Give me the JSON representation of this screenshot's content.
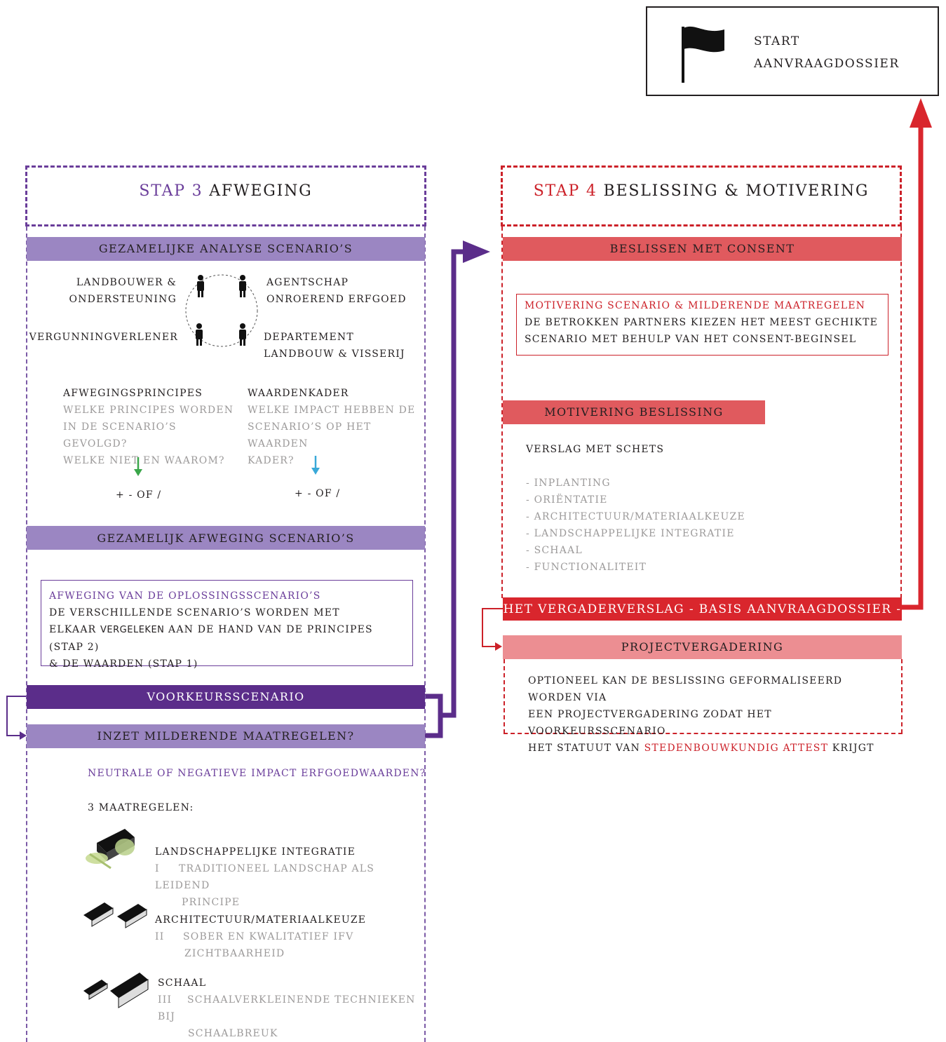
{
  "start": {
    "line1": "START",
    "line2": "AANVRAAGDOSSIER"
  },
  "stap3": {
    "title_prefix": "STAP 3",
    "title_rest": " AFWEGING",
    "analyse_bar": "GEZAMELIJKE ANALYSE SCENARIO’S",
    "partners": {
      "top_left": [
        "LANDBOUWER &",
        "ONDERSTEUNING"
      ],
      "top_right": [
        "AGENTSCHAP",
        "ONROEREND ERFGOED"
      ],
      "bottom_left": [
        "VERGUNNINGVERLENER"
      ],
      "bottom_right": [
        "DEPARTEMENT",
        "LANDBOUW & VISSERIJ"
      ]
    },
    "principes": {
      "title": "AFWEGINGSPRINCIPES",
      "lines": [
        "WELKE PRINCIPES WORDEN",
        "IN DE SCENARIO’S GEVOLGD?",
        "WELKE NIET EN WAAROM?"
      ],
      "result": "+ - OF /",
      "arrow_color": "#3aa64a"
    },
    "waardenkader": {
      "title": "WAARDENKADER",
      "lines": [
        "WELKE IMPACT HEBBEN DE",
        "SCENARIO’S OP HET WAARDEN",
        "KADER?"
      ],
      "result": "+ - OF /",
      "arrow_color": "#3aa9d8"
    },
    "afweging_bar": "GEZAMELIJK AFWEGING SCENARIO’S",
    "afweging_box": {
      "title": "AFWEGING VAN DE OPLOSSINGSSCENARIO’S",
      "line1": "DE VERSCHILLENDE SCENARIO’S WORDEN MET",
      "line2_a": "ELKAAR ",
      "line2_b": "VERGELEKEN",
      "line2_c": "  AAN DE HAND VAN DE PRINCIPES (STAP 2)",
      "line3": "& DE WAARDEN (STAP 1)"
    },
    "voorkeur_bar": "VOORKEURSSCENARIO",
    "milderende_bar": "INZET MILDERENDE MAATREGELEN?",
    "neutrale_question": "NEUTRALE OF NEGATIEVE IMPACT ERFGOEDWAARDEN?",
    "maatregelen_title": "3 MAATREGELEN:",
    "maatregelen": [
      {
        "title": "LANDSCHAPPELIJKE INTEGRATIE",
        "numeral": "I",
        "lines": [
          "TRADITIONEEL LANDSCHAP ALS LEIDEND",
          "PRINCIPE"
        ]
      },
      {
        "title": "ARCHITECTUUR/MATERIAALKEUZE",
        "numeral": "II",
        "lines": [
          "SOBER EN KWALITATIEF IFV",
          "ZICHTBAARHEID"
        ]
      },
      {
        "title": "SCHAAL",
        "numeral": "III",
        "lines": [
          "SCHAALVERKLEINENDE TECHNIEKEN BIJ",
          "SCHAALBREUK"
        ]
      }
    ]
  },
  "stap4": {
    "title_prefix": "STAP 4",
    "title_rest": " BESLISSING & MOTIVERING",
    "consent_bar": "BESLISSEN MET CONSENT",
    "motivering_box": {
      "title": "MOTIVERING SCENARIO & MILDERENDE MAATREGELEN",
      "line1": "DE BETROKKEN PARTNERS KIEZEN HET MEEST GECHIKTE",
      "line2": "SCENARIO MET BEHULP VAN HET CONSENT-BEGINSEL"
    },
    "motivering_bar": "MOTIVERING BESLISSING",
    "verslag_title": "VERSLAG MET SCHETS",
    "verslag_items": [
      "- INPLANTING",
      "- ORIËNTATIE",
      "- ARCHITECTUUR/MATERIAALKEUZE",
      "- LANDSCHAPPELIJKE  INTEGRATIE",
      "- SCHAAL",
      "- FUNCTIONALITEIT"
    ],
    "vergaderverslag_bar": "HET VERGADERVERSLAG - BASIS AANVRAAGDOSSIER -",
    "project_bar": "PROJECTVERGADERING",
    "optioneel": {
      "line1": "OPTIONEEL KAN DE BESLISSING GEFORMALISEERD WORDEN VIA",
      "line2": "EEN PROJECTVERGADERING ZODAT HET VOORKEURSSCENARIO",
      "line3_a": "HET STATUUT VAN ",
      "line3_b": "STEDENBOUWKUNDIG ATTEST",
      "line3_c": " KRIJGT"
    }
  },
  "colors": {
    "purple": "#6a3d9a",
    "purple_dark": "#5b2d8a",
    "red": "#cc2129",
    "green_arrow": "#3aa64a",
    "blue_arrow": "#3aa9d8"
  }
}
